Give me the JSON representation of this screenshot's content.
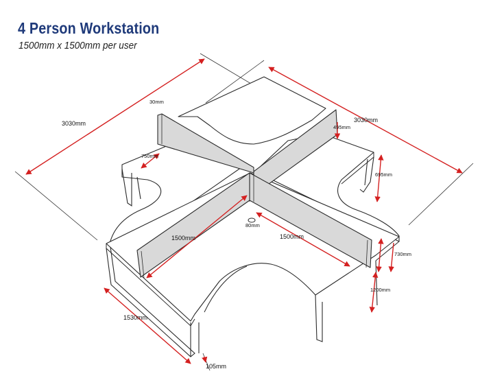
{
  "title": "4 Person Workstation",
  "subtitle": "1500mm x 1500mm per user",
  "dimensions": {
    "overall_left": "3030mm",
    "overall_right": "3030mm",
    "screen_thickness": "30mm",
    "screen_height": "495mm",
    "return_width": "750mm",
    "return_height": "695mm",
    "desk_length_left": "1500mm",
    "desk_length_right": "1500mm",
    "cable_port": "80mm",
    "desk_height": "730mm",
    "front_depth": "1200mm",
    "leg_span": "1530mm",
    "leg_width": "105mm"
  },
  "colors": {
    "title": "#1f3a7a",
    "dimension_line": "#d42020",
    "outline": "#2a2a2a",
    "screen_fill": "#d9d9d9"
  }
}
